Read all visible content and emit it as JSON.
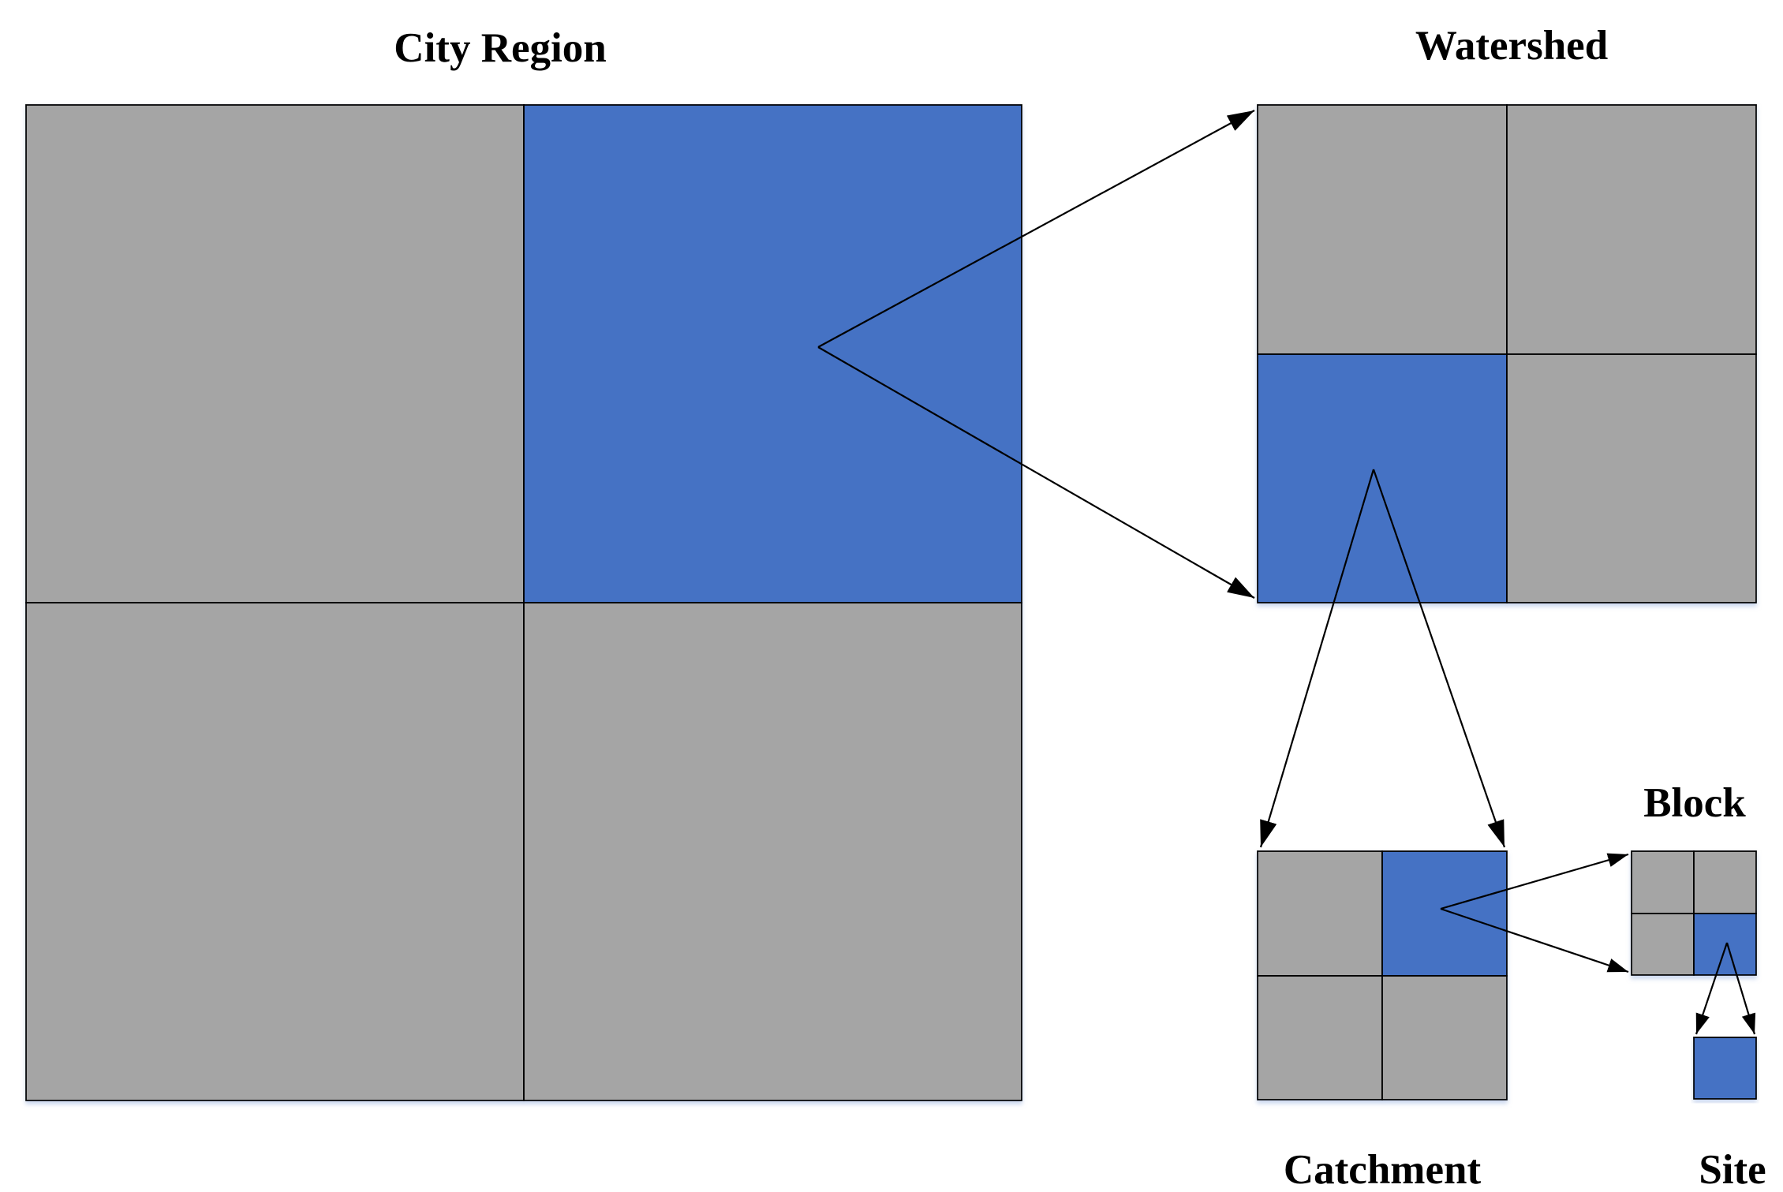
{
  "labels": {
    "city_region": "City Region",
    "watershed": "Watershed",
    "catchment": "Catchment",
    "block": "Block",
    "site": "Site"
  },
  "colors": {
    "selected": "#4472C4",
    "unselected": "#A5A5A5",
    "outline": "#000000",
    "background": "#FFFFFF"
  },
  "levels": [
    {
      "name": "City Region",
      "grid": "2x2",
      "selected_cell": "top-right"
    },
    {
      "name": "Watershed",
      "grid": "2x2",
      "selected_cell": "bottom-left"
    },
    {
      "name": "Catchment",
      "grid": "2x2",
      "selected_cell": "top-right"
    },
    {
      "name": "Block",
      "grid": "2x2",
      "selected_cell": "bottom-right"
    },
    {
      "name": "Site",
      "grid": "1x1",
      "selected_cell": "whole"
    }
  ]
}
